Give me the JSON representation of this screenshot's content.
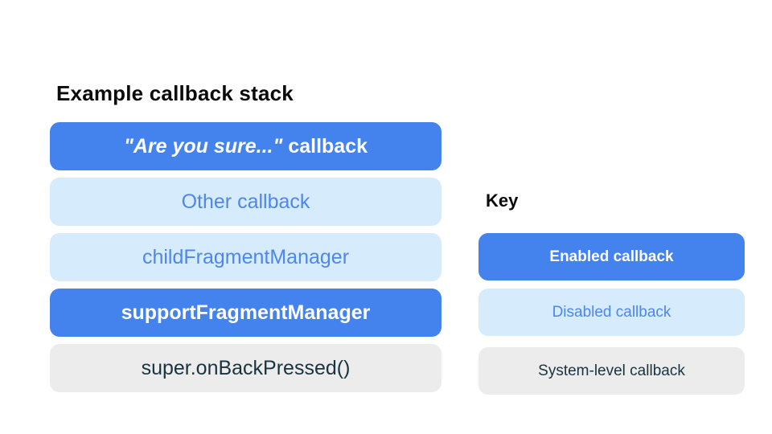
{
  "colors": {
    "enabled_bg": "#4483ee",
    "enabled_text": "#ffffff",
    "disabled_bg": "#d6ebfb",
    "disabled_text": "#4d87ec",
    "system_bg": "#ececec",
    "system_text": "#1a3340",
    "heading_text": "#0b0b0b"
  },
  "stack": {
    "title": "Example callback stack",
    "items": [
      {
        "label_italic": "\"Are you sure...\"",
        "label_rest": " callback",
        "type": "enabled"
      },
      {
        "label": "Other callback",
        "type": "disabled"
      },
      {
        "label": "childFragmentManager",
        "type": "disabled"
      },
      {
        "label": "supportFragmentManager",
        "type": "enabled"
      },
      {
        "label": "super.onBackPressed()",
        "type": "system"
      }
    ]
  },
  "key": {
    "title": "Key",
    "items": [
      {
        "label": "Enabled callback",
        "type": "enabled"
      },
      {
        "label": "Disabled callback",
        "type": "disabled"
      },
      {
        "label": "System-level callback",
        "type": "system"
      }
    ]
  }
}
